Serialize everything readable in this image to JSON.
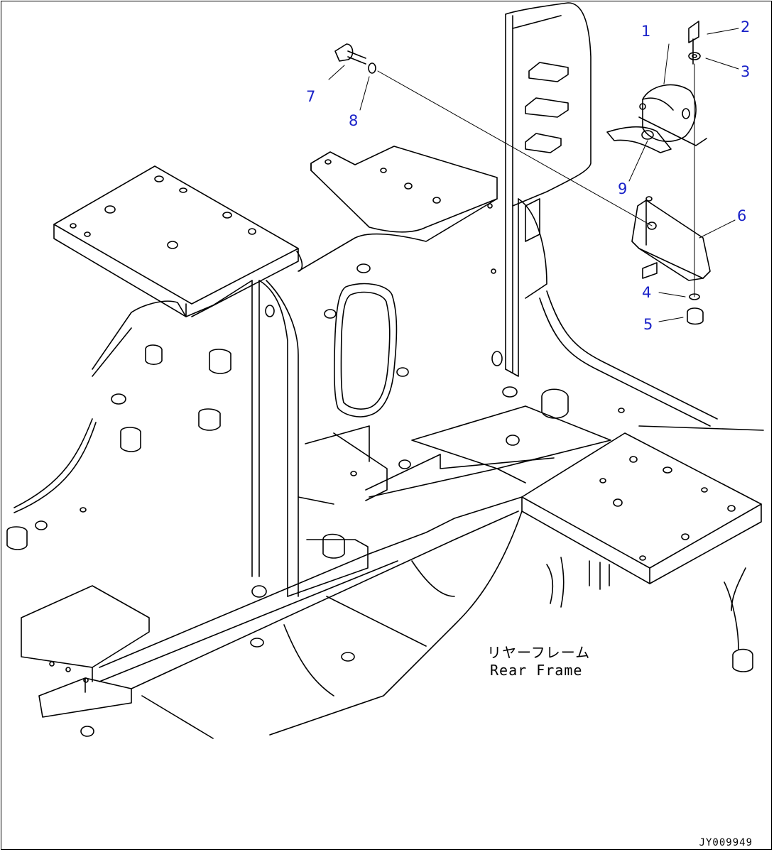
{
  "callouts": [
    {
      "num": "1"
    },
    {
      "num": "2"
    },
    {
      "num": "3"
    },
    {
      "num": "4"
    },
    {
      "num": "5"
    },
    {
      "num": "6"
    },
    {
      "num": "7"
    },
    {
      "num": "8"
    },
    {
      "num": "9"
    }
  ],
  "frame_label": {
    "japanese": "リヤーフレーム",
    "english": "Rear Frame"
  },
  "drawing_id": "JY009949",
  "colors": {
    "callout": "#1a22c8",
    "line": "#000000"
  }
}
